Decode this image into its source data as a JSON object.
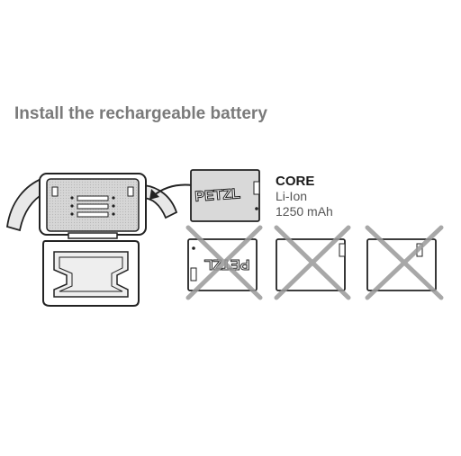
{
  "heading": "Install the rechargeable battery",
  "core_battery": {
    "brand": "PETZL",
    "name": "CORE",
    "chemistry": "Li-Ion",
    "capacity": "1250 mAh"
  },
  "incompatible_batteries": [
    {
      "brand": "PETZL",
      "crossed": true
    },
    {
      "brand": "",
      "crossed": true
    },
    {
      "brand": "",
      "crossed": true
    }
  ],
  "colors": {
    "line": "#222222",
    "battery_fill": "#d9d9d9",
    "cross": "#9a9a9a",
    "heading": "#7a7a7a"
  }
}
